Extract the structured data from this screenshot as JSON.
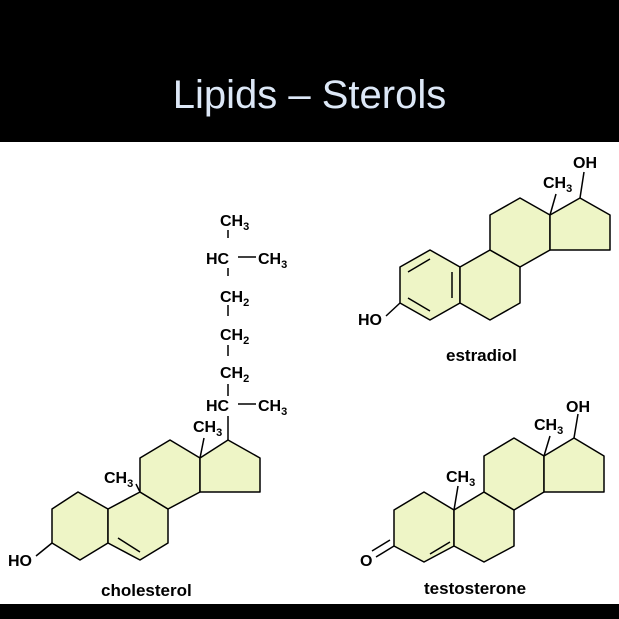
{
  "slide": {
    "title": "Lipids – Sterols"
  },
  "molecules": {
    "cholesterol": {
      "name": "cholesterol",
      "chain": {
        "top": "CH",
        "hc1": "HC",
        "methyl1": "CH",
        "ch2a": "CH",
        "ch2b": "CH",
        "ch2c": "CH",
        "hc2": "HC",
        "methyl2": "CH"
      },
      "ring_methyl_c18": "CH",
      "ring_methyl_c19": "CH",
      "hydroxyl": "HO"
    },
    "estradiol": {
      "name": "estradiol",
      "hydroxyl_top": "OH",
      "methyl": "CH",
      "hydroxyl_ring": "HO"
    },
    "testosterone": {
      "name": "testosterone",
      "hydroxyl_top": "OH",
      "methyl_c18": "CH",
      "methyl_c19": "CH",
      "ketone": "O"
    }
  },
  "subscripts": {
    "three": "3",
    "two": "2"
  }
}
